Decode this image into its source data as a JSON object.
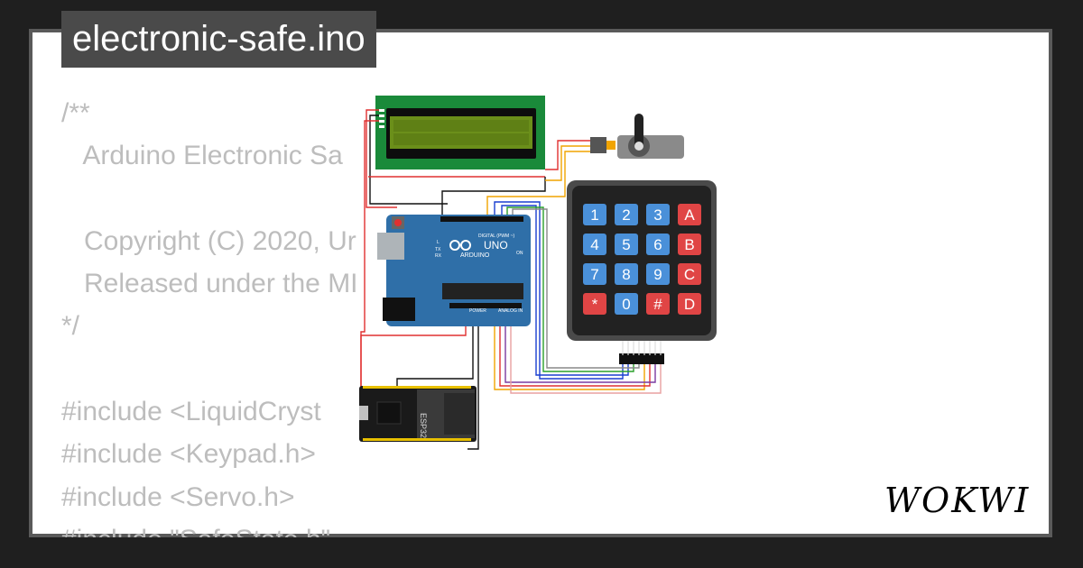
{
  "title": "electronic-safe.ino",
  "brand": "WOKWI",
  "code_lines": [
    "/**",
    "   Arduino Electronic Sa",
    "",
    "   Copyright (C) 2020, Ur",
    "   Released under the MI",
    "*/",
    "",
    "#include <LiquidCryst",
    "#include <Keypad.h>",
    "#include <Servo.h>",
    "#include \"SafeState.h\""
  ],
  "keypad": {
    "keys": [
      "1",
      "2",
      "3",
      "A",
      "4",
      "5",
      "6",
      "B",
      "7",
      "8",
      "9",
      "C",
      "*",
      "0",
      "#",
      "D"
    ]
  },
  "arduino": {
    "board_name": "UNO",
    "brand": "ARDUINO",
    "digital_label": "DIGITAL (PWM ~)",
    "power_label": "POWER",
    "analog_label": "ANALOG IN",
    "tx_label": "TX",
    "rx_label": "RX",
    "l_label": "L",
    "on_label": "ON"
  },
  "esp32": {
    "label": "ESP32"
  },
  "colors": {
    "background": "#1f1f1f",
    "card": "#ffffff",
    "card_border": "#5a5a5a",
    "title_bg": "#4a4a4a",
    "code_text": "#bdbdbd",
    "key_blue": "#4a90d9",
    "key_red": "#e04545",
    "lcd_pcb": "#1a8a3a",
    "lcd_screen": "#6b8f1a",
    "arduino_blue": "#2f6fa8"
  }
}
